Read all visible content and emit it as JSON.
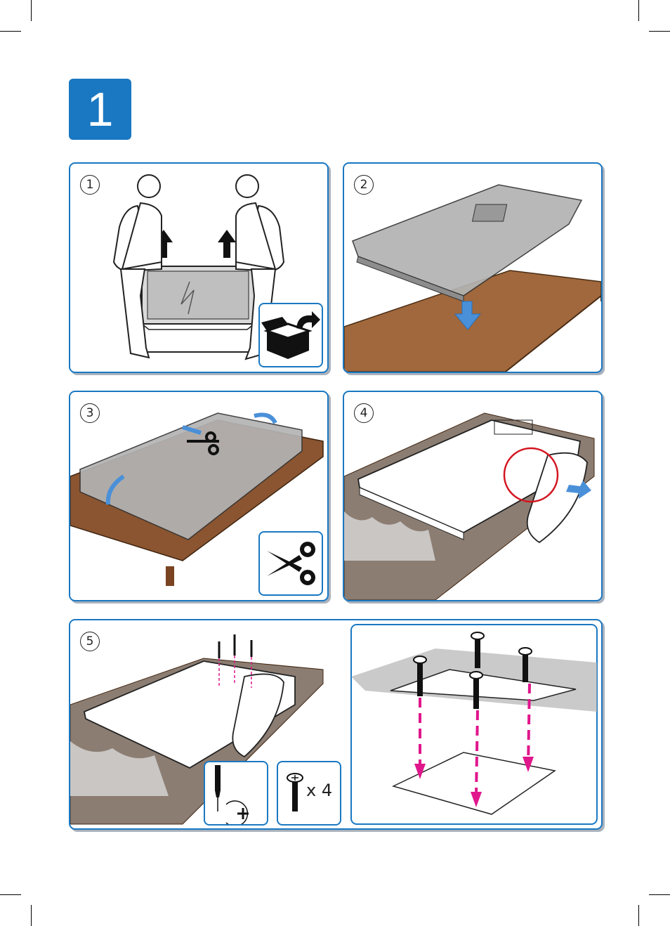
{
  "page": {
    "number": "1"
  },
  "steps": [
    {
      "number": "1",
      "icon": "unpack-box-icon"
    },
    {
      "number": "2"
    },
    {
      "number": "3",
      "icon": "scissors-icon"
    },
    {
      "number": "4"
    },
    {
      "number": "5",
      "icon": "screwdriver-icon"
    }
  ],
  "screws": {
    "quantity": "x 4"
  },
  "colors": {
    "accent": "#1a78c2",
    "table": "#a0683c",
    "arrow": "#e0168c"
  }
}
